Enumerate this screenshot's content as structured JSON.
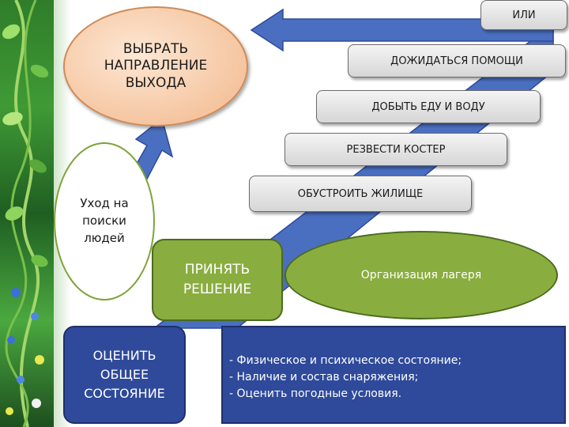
{
  "goal": {
    "text": "ВЫБРАТЬ\nНАПРАВЛЕНИЕ\nВЫХОДА"
  },
  "or_label": "ИЛИ",
  "steps": [
    {
      "text": "ДОЖИДАТЬСЯ ПОМОЩИ"
    },
    {
      "text": "ДОБЫТЬ ЕДУ И ВОДУ"
    },
    {
      "text": "РЕЗВЕСТИ КОСТЕР"
    },
    {
      "text": "ОБУСТРОИТЬ ЖИЛИЩЕ"
    }
  ],
  "leave": {
    "text": "Уход на\nпоиски\nлюдей"
  },
  "decide": {
    "text": "ПРИНЯТЬ\nРЕШЕНИЕ"
  },
  "camp": {
    "text": "Организация лагеря"
  },
  "assess": {
    "text": "ОЦЕНИТЬ\nОБЩЕЕ\nСОСТОЯНИЕ"
  },
  "factors": [
    "Физическое  и психическое состояние;",
    "Наличие и состав снаряжения;",
    "Оценить погодные условия."
  ],
  "colors": {
    "green": "#8aad3f",
    "blue": "#2f4a9a",
    "blue_arrow": "#4a6fc0",
    "peach": "#f6c7a0",
    "gray": "#d8d8d8"
  }
}
